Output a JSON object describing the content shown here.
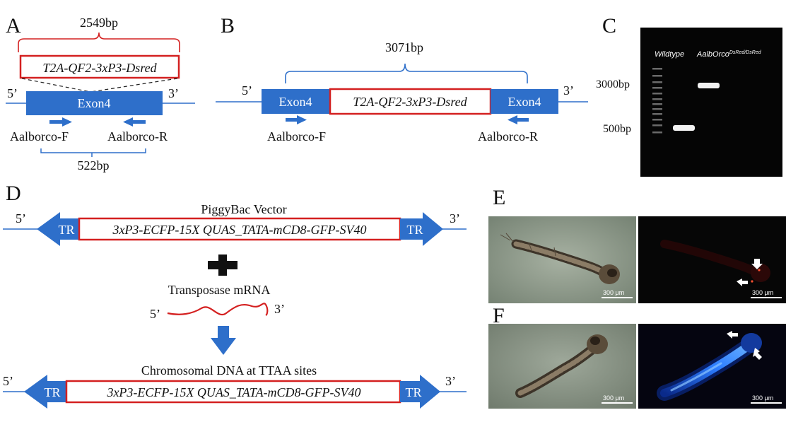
{
  "panels": {
    "A": {
      "letter": "A",
      "insert_size": "2549bp",
      "insert_label": "T2A-QF2-3xP3-Dsred",
      "exon_label": "Exon4",
      "five_prime": "5’",
      "three_prime": "3’",
      "primer_f": "Aalborco-F",
      "primer_r": "Aalborco-R",
      "amplicon_size": "522bp"
    },
    "B": {
      "letter": "B",
      "amplicon_size": "3071bp",
      "five_prime": "5’",
      "three_prime": "3’",
      "exon_left": "Exon4",
      "insert_label": "T2A-QF2-3xP3-Dsred",
      "exon_right": "Exon4",
      "primer_f": "Aalborco-F",
      "primer_r": "Aalborco-R"
    },
    "C": {
      "letter": "C",
      "lane1_label": "Wildtype",
      "lane2_label": "AalbOrco",
      "lane2_superscript": "DsRed/DsRed",
      "marker_high": "3000bp",
      "marker_low": "500bp"
    },
    "D": {
      "letter": "D",
      "vector_title": "PiggyBac Vector",
      "tr_label": "TR",
      "cassette_label": "3xP3-ECFP-15X QUAS_TATA-mCD8-GFP-SV40",
      "five_prime": "5’",
      "three_prime": "3’",
      "transposase_label": "Transposase mRNA",
      "integration_title": "Chromosomal DNA at TTAA sites"
    },
    "E": {
      "letter": "E",
      "scale_bar": "300 μm"
    },
    "F": {
      "letter": "F",
      "scale_bar": "300 μm"
    }
  },
  "colors": {
    "blue": "#2e6fca",
    "red": "#d42020",
    "gel_background": "#050505",
    "darkfield": "#060606",
    "brightfield": "#8f9b8c"
  }
}
